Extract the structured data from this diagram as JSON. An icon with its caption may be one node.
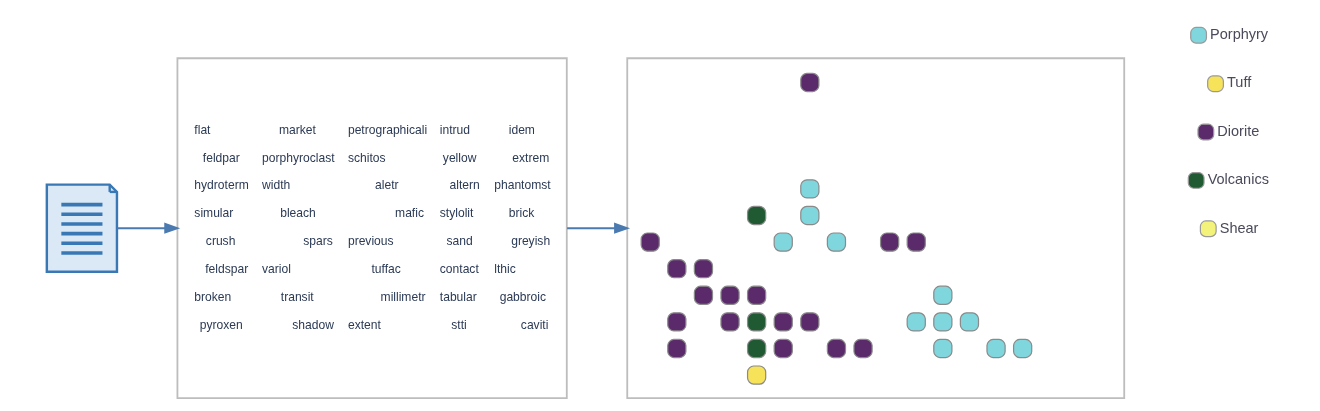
{
  "diagram": {
    "nodes": [
      {
        "text": [],
        "shape": "document"
      },
      {
        "text": [
          "flat",
          "market",
          "petrographicali",
          "intrud",
          "idem",
          "feldpar",
          "porphyroclast",
          "schitos",
          "yellow",
          "extrem",
          "hydroterm",
          "width",
          "aletr",
          "altern",
          "phantomst",
          "simular",
          "bleach",
          "mafic",
          "stylolit",
          "brick",
          "crush",
          "spars",
          "previous",
          "sand",
          "greyish",
          "feldspar",
          "variol",
          "tuffac",
          "contact",
          "lthic",
          "broken",
          "transit",
          "millimetr",
          "tabular",
          "gabbroic",
          "pyroxen",
          "shadow",
          "extent",
          "stti",
          "caviti"
        ]
      },
      {
        "text": [],
        "shape": "picture"
      }
    ],
    "edges": [
      {
        "from": 0,
        "to": 1,
        "arrow": "to"
      },
      {
        "from": 1,
        "to": 2,
        "arrow": "to"
      }
    ],
    "legend": [
      {
        "text": "Porphyry",
        "color": "#7fd6dd"
      },
      {
        "text": "Tuff",
        "color": "#f7e35a"
      },
      {
        "text": "Diorite",
        "color": "#5a2a6a"
      },
      {
        "text": "Volcanics",
        "color": "#1f5a33"
      },
      {
        "text": "Shear",
        "color": "#f3f37c"
      }
    ]
  }
}
